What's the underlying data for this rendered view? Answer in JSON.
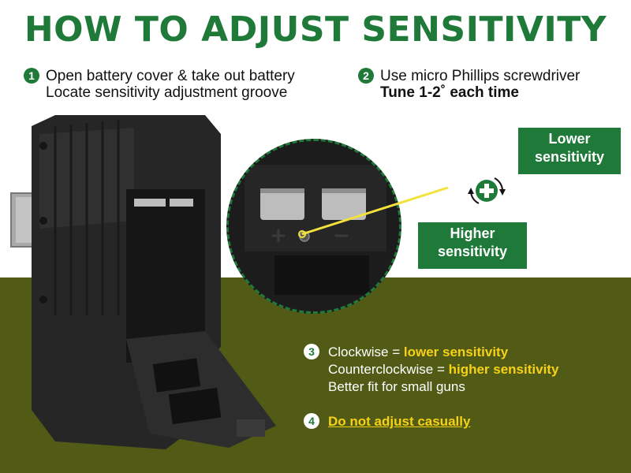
{
  "title": "HOW TO ADJUST SENSITIVITY",
  "steps": [
    {
      "number": "1",
      "lines": [
        "Open battery cover & take out battery",
        "Locate sensitivity adjustment groove"
      ]
    },
    {
      "number": "2",
      "lines": [
        "Use micro Phillips screwdriver",
        "Tune 1-2˚ each time"
      ]
    }
  ],
  "labels": {
    "lower": [
      "Lower",
      "sensitivity"
    ],
    "higher": [
      "Higher",
      "sensitivity"
    ]
  },
  "step3": {
    "number": "3",
    "line1_prefix": "Clockwise = ",
    "line1_highlight": "lower sensitivity",
    "line2_prefix": "Counterclockwise = ",
    "line2_highlight": "higher sensitivity",
    "line3": "Better fit for small guns"
  },
  "step4": {
    "number": "4",
    "text": "Do not adjust casually"
  },
  "colors": {
    "brand_green": "#1f7a3a",
    "olive_band": "#515b16",
    "highlight_yellow": "#f7d117"
  },
  "icons": [
    "plus-circle-icon",
    "clockwise-arrow-icon",
    "counterclockwise-arrow-icon"
  ]
}
